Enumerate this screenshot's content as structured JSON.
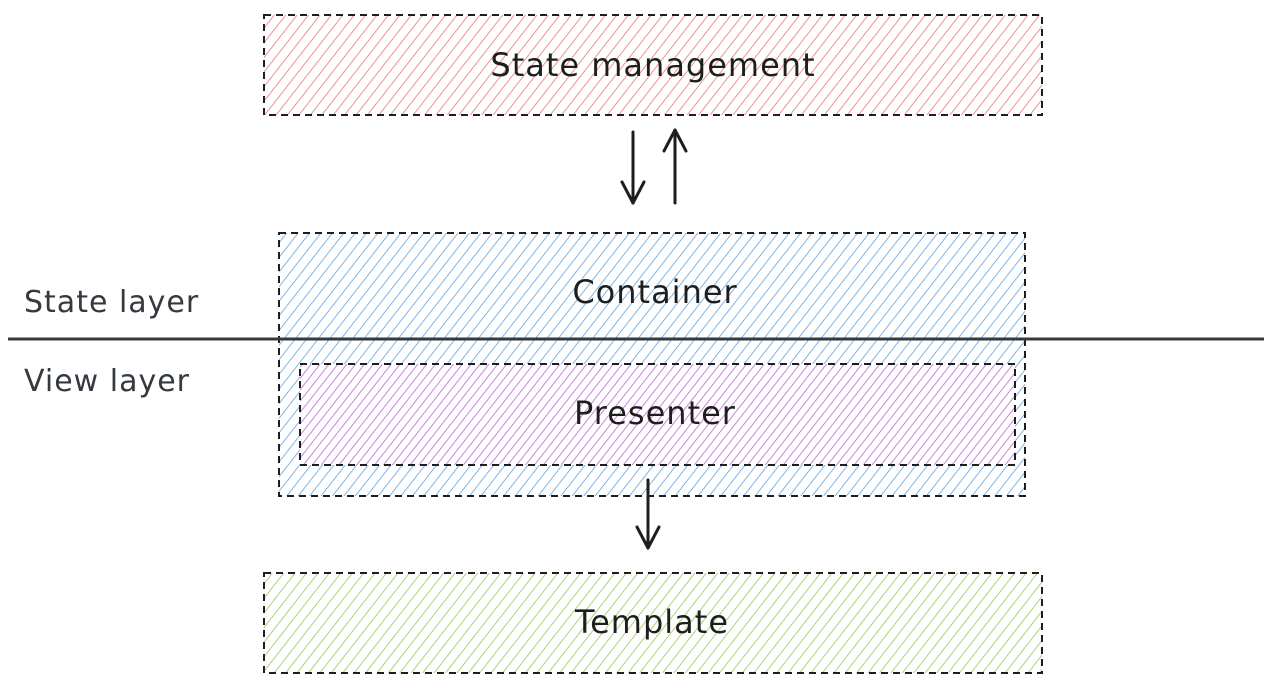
{
  "boxes": {
    "state_management": {
      "label": "State management",
      "color": "#e03131"
    },
    "container": {
      "label": "Container",
      "color": "#1971c2"
    },
    "presenter": {
      "label": "Presenter",
      "color": "#9c36b5"
    },
    "template": {
      "label": "Template",
      "color": "#66a80f"
    }
  },
  "layers": {
    "state_layer": "State layer",
    "view_layer": "View layer"
  },
  "divider_color": "#343a40"
}
